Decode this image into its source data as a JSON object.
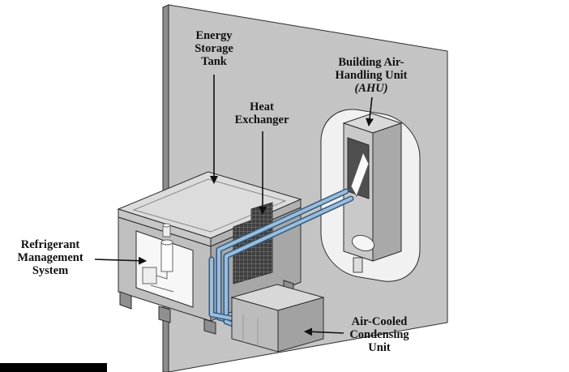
{
  "labels": {
    "tank": {
      "l1": "Energy",
      "l2": "Storage",
      "l3": "Tank"
    },
    "hx": {
      "l1": "Heat",
      "l2": "Exchanger"
    },
    "ahu": {
      "l1": "Building Air-",
      "l2": "Handling Unit",
      "l3": "(AHU)"
    },
    "rms": {
      "l1": "Refrigerant",
      "l2": "Management",
      "l3": "System"
    },
    "acu": {
      "l1": "Air-Cooled",
      "l2": "Condensing",
      "l3": "Unit"
    }
  },
  "colors": {
    "bg": "#ffffff",
    "ink": "#111111",
    "wall": "#c4c4c4",
    "wallEdge": "#8e8e8e",
    "cutout": "#f1f1f1",
    "tankTop": "#dcdcdc",
    "lidFrontLeft": "#c7c7c7",
    "lidFrontRight": "#b1b1b1",
    "bodyLeft": "#bfbfbf",
    "bodyRight": "#a7a7a7",
    "openingWhite": "#f7f7f7",
    "hxDark": "#3f3f3f",
    "unitTop": "#d8d8d8",
    "unitFront": "#bcbcbc",
    "unitRight": "#a2a2a2",
    "ahuTop": "#d9d9d9",
    "ahuFront": "#c9c9c9",
    "ahuRight": "#a9a9a9",
    "ahuOpening": "#4f4f4f",
    "pipeOuter": "#2f5a82",
    "pipeInner": "#9cbcd8",
    "footGray": "#8f8f8f",
    "blackBar": "#000000"
  }
}
